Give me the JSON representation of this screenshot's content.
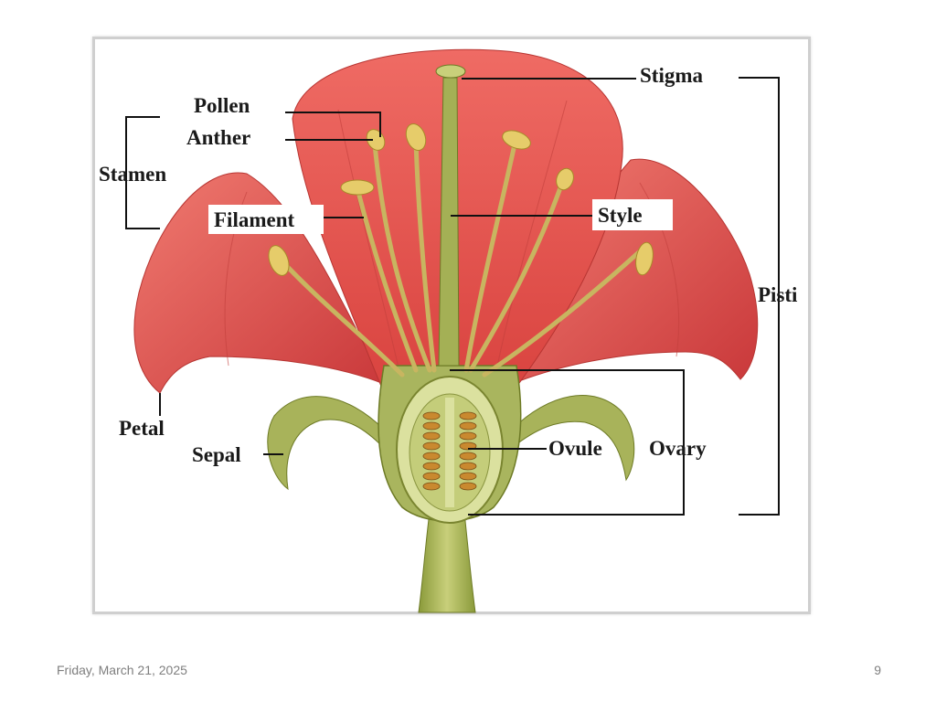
{
  "diagram": {
    "labels": {
      "pollen": "Pollen",
      "anther": "Anther",
      "stamen": "Stamen",
      "filament": "Filament",
      "stigma": "Stigma",
      "style": "Style",
      "pistil": "Pisti",
      "petal": "Petal",
      "sepal": "Sepal",
      "ovule": "Ovule",
      "ovary": "Ovary"
    }
  },
  "footer": {
    "date": "Friday, March 21, 2025",
    "slide_number": "9"
  }
}
